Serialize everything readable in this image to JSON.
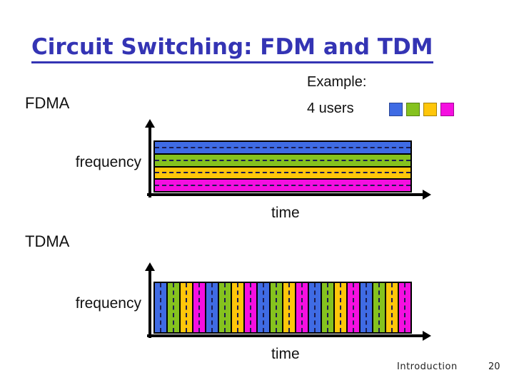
{
  "slide": {
    "title": "Circuit Switching: FDM and TDM",
    "example_label": "Example:",
    "users_label": "4 users",
    "fdma_label": "FDMA",
    "tdma_label": "TDMA",
    "footer": {
      "section": "Introduction",
      "page": "20"
    }
  },
  "colors": {
    "title_blue": "#3434b4",
    "dash_line": "#1c1c50",
    "user_colors": [
      "#3f6be4",
      "#85c21e",
      "#ffc60a",
      "#f50fe0"
    ]
  },
  "chart_data": [
    {
      "name": "FDMA",
      "type": "area",
      "title": "FDMA frequency-band allocation",
      "xlabel": "time",
      "ylabel": "frequency",
      "band_orientation": "horizontal",
      "bands": [
        "user1-blue",
        "user2-green",
        "user3-yellow",
        "user4-magenta"
      ],
      "band_colors": [
        "#3f6be4",
        "#85c21e",
        "#ffc60a",
        "#f50fe0"
      ],
      "band_count": 4,
      "grid": false,
      "legend_position": "none",
      "description": "Frequency axis divided into 4 constant bands, one color per user, each band marked with a central dashed line; bands persist for all time"
    },
    {
      "name": "TDMA",
      "type": "area",
      "title": "TDMA time-slot allocation",
      "xlabel": "time",
      "ylabel": "frequency",
      "band_orientation": "vertical",
      "slot_count": 20,
      "slot_cycle": [
        "user1-blue",
        "user2-green",
        "user3-yellow",
        "user4-magenta"
      ],
      "slot_cycle_colors": [
        "#3f6be4",
        "#85c21e",
        "#ffc60a",
        "#f50fe0"
      ],
      "cycles": 5,
      "grid": false,
      "legend_position": "none",
      "description": "Time axis divided into 20 slots cycling among 4 users (blue, green, yellow, magenta), each slot marked with a central vertical dashed line; each slot spans the whole frequency band"
    }
  ]
}
